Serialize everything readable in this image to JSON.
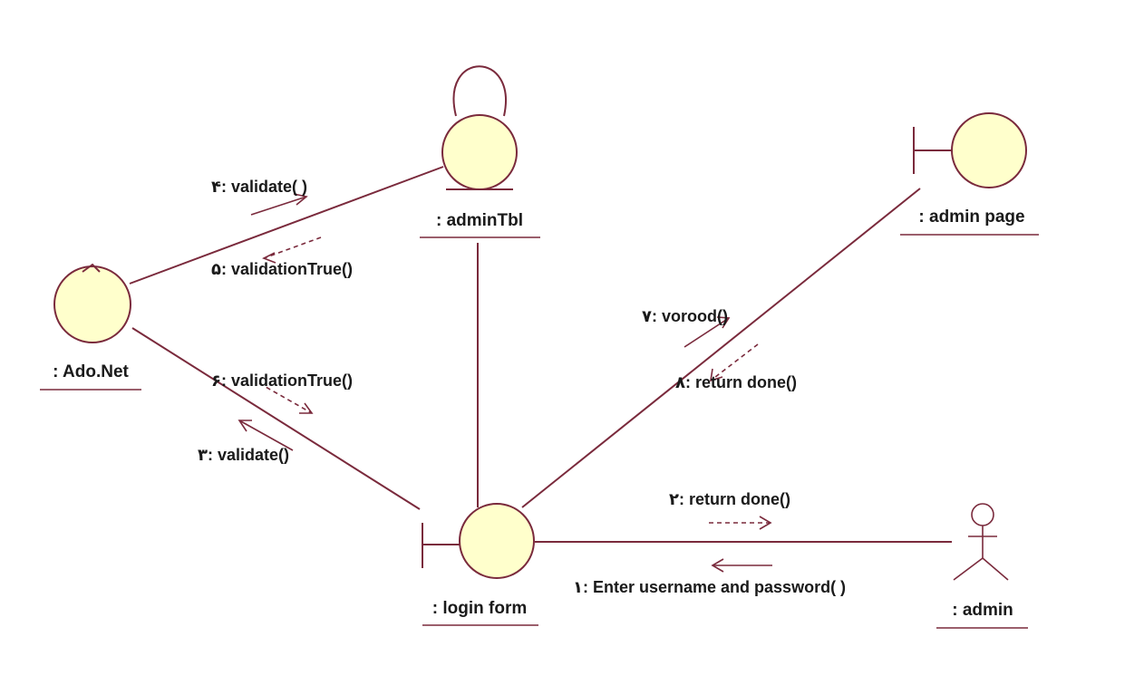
{
  "colors": {
    "line": "#7a2a3c",
    "fill": "#ffffcc",
    "text": "#1a1a1a",
    "background": "#ffffff"
  },
  "objects": {
    "ado_net": {
      "label": ": Ado.Net",
      "kind": "control"
    },
    "admin_tbl": {
      "label": ": adminTbl",
      "kind": "entity"
    },
    "admin_page": {
      "label": ": admin page",
      "kind": "boundary"
    },
    "login_form": {
      "label": ": login form",
      "kind": "boundary"
    },
    "admin": {
      "label": ": admin",
      "kind": "actor"
    }
  },
  "messages": {
    "m1": {
      "text": "۱: Enter username and password( )",
      "style": "solid"
    },
    "m2": {
      "text": "۲: return done()",
      "style": "dashed"
    },
    "m3": {
      "text": "۳: validate()",
      "style": "solid"
    },
    "m4": {
      "text": "۴: validate( )",
      "style": "solid"
    },
    "m5": {
      "text": "۵: validationTrue()",
      "style": "dashed"
    },
    "m6": {
      "text": "۶: validationTrue()",
      "style": "dashed"
    },
    "m7": {
      "text": "۷: vorood()",
      "style": "solid"
    },
    "m8": {
      "text": "۸: return done()",
      "style": "dashed"
    }
  }
}
